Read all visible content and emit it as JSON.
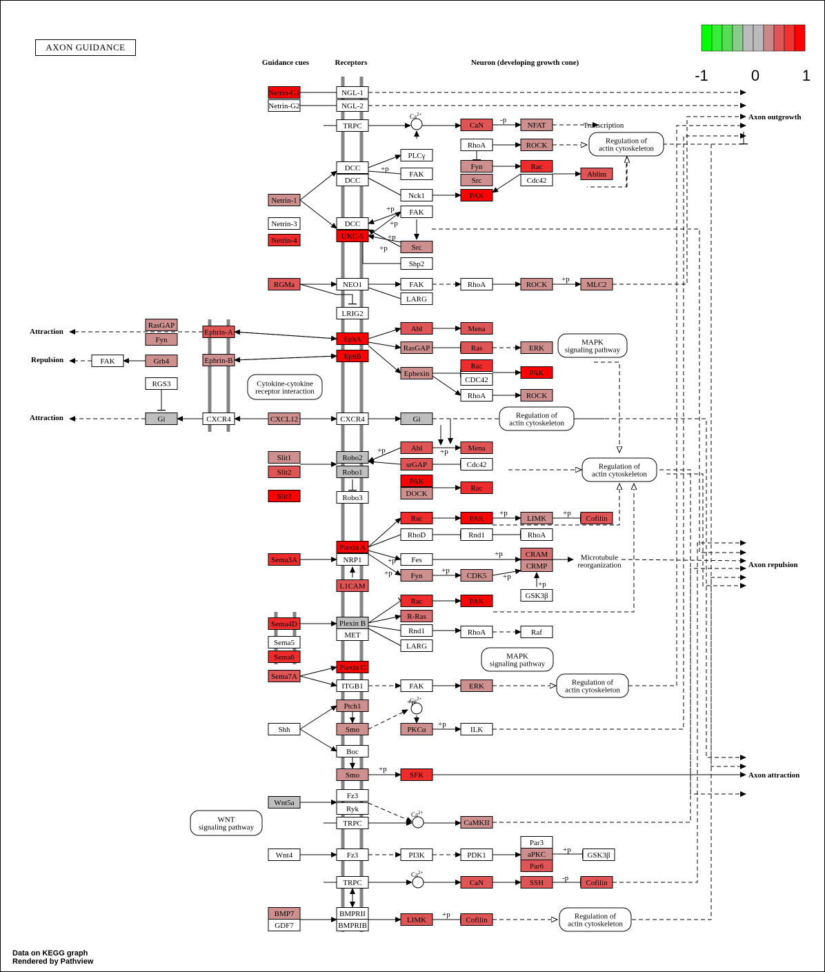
{
  "title": "AXON GUIDANCE",
  "legend": {
    "colors": [
      "#00ff00",
      "#33ee33",
      "#55dd55",
      "#88cc88",
      "#bbbbbb",
      "#bbbbbb",
      "#cc8888",
      "#dd5555",
      "#ee3333",
      "#ff0000"
    ],
    "labels": [
      "-1",
      "0",
      "1"
    ]
  },
  "headers": {
    "cues": "Guidance cues",
    "receptors": "Receptors",
    "neuron": "Neuron (developing growth cone)"
  },
  "outcomes": [
    "Attraction",
    "Repulsion",
    "Attraction",
    "Axon outgrowth",
    "Axon repulsion",
    "Axon attraction"
  ],
  "modules": [
    "Transcription",
    "Regulation of actin cytoskeleton",
    "MAPK signaling pathway",
    "Cytokine-cytokine receptor interaction",
    "WNT signaling pathway",
    "Microtubule reorganization"
  ],
  "edge_labels": [
    "-p",
    "+p"
  ],
  "genes": [
    {
      "l": "Netrin-G1",
      "c": "r5"
    },
    {
      "l": "Netrin-G2",
      "c": "w"
    },
    {
      "l": "NGL-1",
      "c": "w"
    },
    {
      "l": "NGL-2",
      "c": "w"
    },
    {
      "l": "TRPC",
      "c": "w"
    },
    {
      "l": "CaN",
      "c": "r3"
    },
    {
      "l": "NFAT",
      "c": "r1"
    },
    {
      "l": "RhoA",
      "c": "w"
    },
    {
      "l": "ROCK",
      "c": "r1"
    },
    {
      "l": "PLCγ",
      "c": "w"
    },
    {
      "l": "DCC",
      "c": "w"
    },
    {
      "l": "DCC",
      "c": "w"
    },
    {
      "l": "FAK",
      "c": "w"
    },
    {
      "l": "Fyn",
      "c": "r1"
    },
    {
      "l": "Src",
      "c": "r1"
    },
    {
      "l": "Rac",
      "c": "r4"
    },
    {
      "l": "Cdc42",
      "c": "w"
    },
    {
      "l": "Ablim",
      "c": "r3"
    },
    {
      "l": "Netrin-1",
      "c": "r1"
    },
    {
      "l": "Nck1",
      "c": "w"
    },
    {
      "l": "PAK",
      "c": "r5"
    },
    {
      "l": "FAK",
      "c": "w"
    },
    {
      "l": "Netrin-3",
      "c": "w"
    },
    {
      "l": "DCC",
      "c": "w"
    },
    {
      "l": "UNC-5",
      "c": "r5"
    },
    {
      "l": "Netrin-4",
      "c": "r4"
    },
    {
      "l": "Src",
      "c": "r1"
    },
    {
      "l": "Shp2",
      "c": "w"
    },
    {
      "l": "RGMa",
      "c": "r3"
    },
    {
      "l": "NEO1",
      "c": "w"
    },
    {
      "l": "FAK",
      "c": "w"
    },
    {
      "l": "RhoA",
      "c": "w"
    },
    {
      "l": "ROCK",
      "c": "r1"
    },
    {
      "l": "MLC2",
      "c": "r1"
    },
    {
      "l": "LARG",
      "c": "w"
    },
    {
      "l": "LRIG2",
      "c": "w"
    },
    {
      "l": "RasGAP",
      "c": "r1"
    },
    {
      "l": "Fyn",
      "c": "r1"
    },
    {
      "l": "Ephrin-A",
      "c": "r3"
    },
    {
      "l": "EphA",
      "c": "r5"
    },
    {
      "l": "Abl",
      "c": "r3"
    },
    {
      "l": "Mena",
      "c": "r3"
    },
    {
      "l": "RasGAP",
      "c": "r1"
    },
    {
      "l": "Ras",
      "c": "r3"
    },
    {
      "l": "ERK",
      "c": "r1"
    },
    {
      "l": "FAK",
      "c": "w"
    },
    {
      "l": "Grb4",
      "c": "r1"
    },
    {
      "l": "Ephrin-B",
      "c": "r1"
    },
    {
      "l": "EphB",
      "c": "r5"
    },
    {
      "l": "Ephexin",
      "c": "r1"
    },
    {
      "l": "Rac",
      "c": "r4"
    },
    {
      "l": "PAK",
      "c": "r5"
    },
    {
      "l": "CDC42",
      "c": "w"
    },
    {
      "l": "RhoA",
      "c": "w"
    },
    {
      "l": "ROCK",
      "c": "r1"
    },
    {
      "l": "RGS3",
      "c": "w"
    },
    {
      "l": "Gi",
      "c": "g"
    },
    {
      "l": "CXCR4",
      "c": "w"
    },
    {
      "l": "CXCL12",
      "c": "r1"
    },
    {
      "l": "CXCR4",
      "c": "w"
    },
    {
      "l": "Gi",
      "c": "g"
    },
    {
      "l": "Slit1",
      "c": "r1"
    },
    {
      "l": "Slit2",
      "c": "r3"
    },
    {
      "l": "Slit3",
      "c": "r5"
    },
    {
      "l": "Robo2",
      "c": "g"
    },
    {
      "l": "Robo1",
      "c": "g"
    },
    {
      "l": "Robo3",
      "c": "w"
    },
    {
      "l": "Abl",
      "c": "r3"
    },
    {
      "l": "Mena",
      "c": "r3"
    },
    {
      "l": "srGAP",
      "c": "r3"
    },
    {
      "l": "Cdc42",
      "c": "w"
    },
    {
      "l": "PAK",
      "c": "r5"
    },
    {
      "l": "DOCK",
      "c": "r1"
    },
    {
      "l": "Rac",
      "c": "r4"
    },
    {
      "l": "Rac",
      "c": "r4"
    },
    {
      "l": "PAK",
      "c": "r5"
    },
    {
      "l": "LIMK",
      "c": "r1"
    },
    {
      "l": "Cofilin",
      "c": "r3"
    },
    {
      "l": "RhoD",
      "c": "w"
    },
    {
      "l": "Rnd1",
      "c": "w"
    },
    {
      "l": "RhoA",
      "c": "w"
    },
    {
      "l": "Sema3A",
      "c": "r4"
    },
    {
      "l": "Plexin A",
      "c": "r5"
    },
    {
      "l": "NRP1",
      "c": "w"
    },
    {
      "l": "Fes",
      "c": "w"
    },
    {
      "l": "CRAM",
      "c": "r2"
    },
    {
      "l": "CRMP",
      "c": "r1"
    },
    {
      "l": "Fyn",
      "c": "r1"
    },
    {
      "l": "CDK5",
      "c": "r1"
    },
    {
      "l": "GSK3β",
      "c": "w"
    },
    {
      "l": "L1CAM",
      "c": "r3"
    },
    {
      "l": "Rac",
      "c": "r4"
    },
    {
      "l": "PAK",
      "c": "r5"
    },
    {
      "l": "Sema4D",
      "c": "r4"
    },
    {
      "l": "Plexin B",
      "c": "g"
    },
    {
      "l": "R-Ras",
      "c": "r2"
    },
    {
      "l": "MET",
      "c": "w"
    },
    {
      "l": "Rnd1",
      "c": "w"
    },
    {
      "l": "RhoA",
      "c": "w"
    },
    {
      "l": "Raf",
      "c": "w"
    },
    {
      "l": "Sema5",
      "c": "w"
    },
    {
      "l": "LARG",
      "c": "w"
    },
    {
      "l": "Sema6",
      "c": "r4"
    },
    {
      "l": "Sema7A",
      "c": "r3"
    },
    {
      "l": "Plexin C",
      "c": "r5"
    },
    {
      "l": "ITGB1",
      "c": "w"
    },
    {
      "l": "FAK",
      "c": "w"
    },
    {
      "l": "ERK",
      "c": "r1"
    },
    {
      "l": "Ptch1",
      "c": "r1"
    },
    {
      "l": "Shh",
      "c": "w"
    },
    {
      "l": "Smo",
      "c": "r1"
    },
    {
      "l": "PKCα",
      "c": "r1"
    },
    {
      "l": "ILK",
      "c": "w"
    },
    {
      "l": "Boc",
      "c": "w"
    },
    {
      "l": "Smo",
      "c": "r1"
    },
    {
      "l": "SFK",
      "c": "r4"
    },
    {
      "l": "Fz3",
      "c": "w"
    },
    {
      "l": "Wnt5a",
      "c": "g"
    },
    {
      "l": "Ryk",
      "c": "w"
    },
    {
      "l": "TRPC",
      "c": "w"
    },
    {
      "l": "CaMKII",
      "c": "r1"
    },
    {
      "l": "Par3",
      "c": "w"
    },
    {
      "l": "Wnt4",
      "c": "w"
    },
    {
      "l": "Fz3",
      "c": "w"
    },
    {
      "l": "PI3K",
      "c": "w"
    },
    {
      "l": "PDK1",
      "c": "w"
    },
    {
      "l": "aPKC",
      "c": "r1"
    },
    {
      "l": "GSK3β",
      "c": "w"
    },
    {
      "l": "Par6",
      "c": "r3"
    },
    {
      "l": "TRPC",
      "c": "w"
    },
    {
      "l": "CaN",
      "c": "r3"
    },
    {
      "l": "SSH",
      "c": "r3"
    },
    {
      "l": "Cofilin",
      "c": "r3"
    },
    {
      "l": "BMP7",
      "c": "r1"
    },
    {
      "l": "BMPRII",
      "c": "w"
    },
    {
      "l": "GDF7",
      "c": "w"
    },
    {
      "l": "BMPRIB",
      "c": "w"
    },
    {
      "l": "LIMK",
      "c": "r3"
    },
    {
      "l": "Cofilin",
      "c": "r3"
    }
  ],
  "footer": [
    "Data on KEGG graph",
    "Rendered by Pathview"
  ]
}
